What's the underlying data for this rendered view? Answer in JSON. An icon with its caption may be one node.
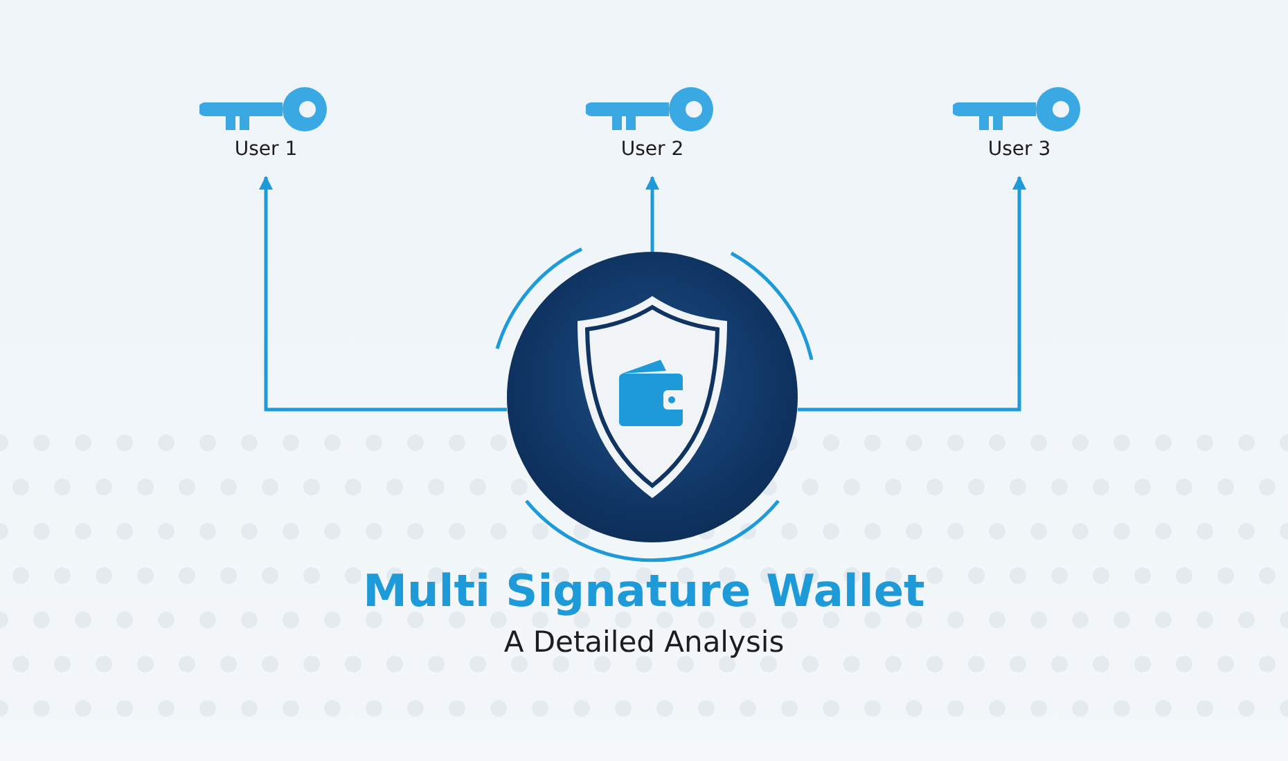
{
  "diagram": {
    "title": "Multi Signature Wallet",
    "nodes": [
      {
        "text": [
          "User 1"
        ]
      },
      {
        "text": [
          "User 2"
        ]
      },
      {
        "text": [
          "User 3"
        ]
      },
      {
        "text": [],
        "shape": "circle"
      }
    ],
    "edges": [
      {
        "from": 3,
        "to": 0,
        "arrow": "to"
      },
      {
        "from": 3,
        "to": 1,
        "arrow": "to"
      },
      {
        "from": 3,
        "to": 2,
        "arrow": "to"
      }
    ],
    "labels": [
      "A Detailed Analysis"
    ]
  }
}
